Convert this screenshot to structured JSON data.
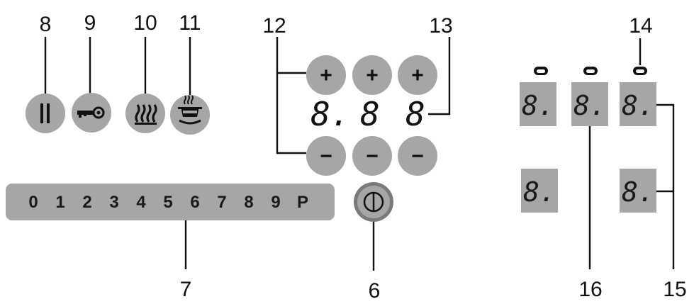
{
  "callouts": {
    "n8": "8",
    "n9": "9",
    "n10": "10",
    "n11": "11",
    "n12": "12",
    "n13": "13",
    "n14": "14",
    "n7": "7",
    "n6": "6",
    "n16": "16",
    "n15": "15"
  },
  "slider": {
    "levels": [
      "0",
      "1",
      "2",
      "3",
      "4",
      "5",
      "6",
      "7",
      "8",
      "9",
      "P"
    ]
  },
  "timer": {
    "plus": "+",
    "minus": "−",
    "digits": [
      "8.",
      "8",
      "8"
    ]
  },
  "zones": {
    "digit": "8."
  },
  "icons": {
    "pause": "pause-icon",
    "lock": "key-lock-icon",
    "keep_warm": "keep-warm-icon",
    "simmer": "simmer-icon",
    "power": "power-icon",
    "zone_timer": "zone-timer-icon"
  }
}
